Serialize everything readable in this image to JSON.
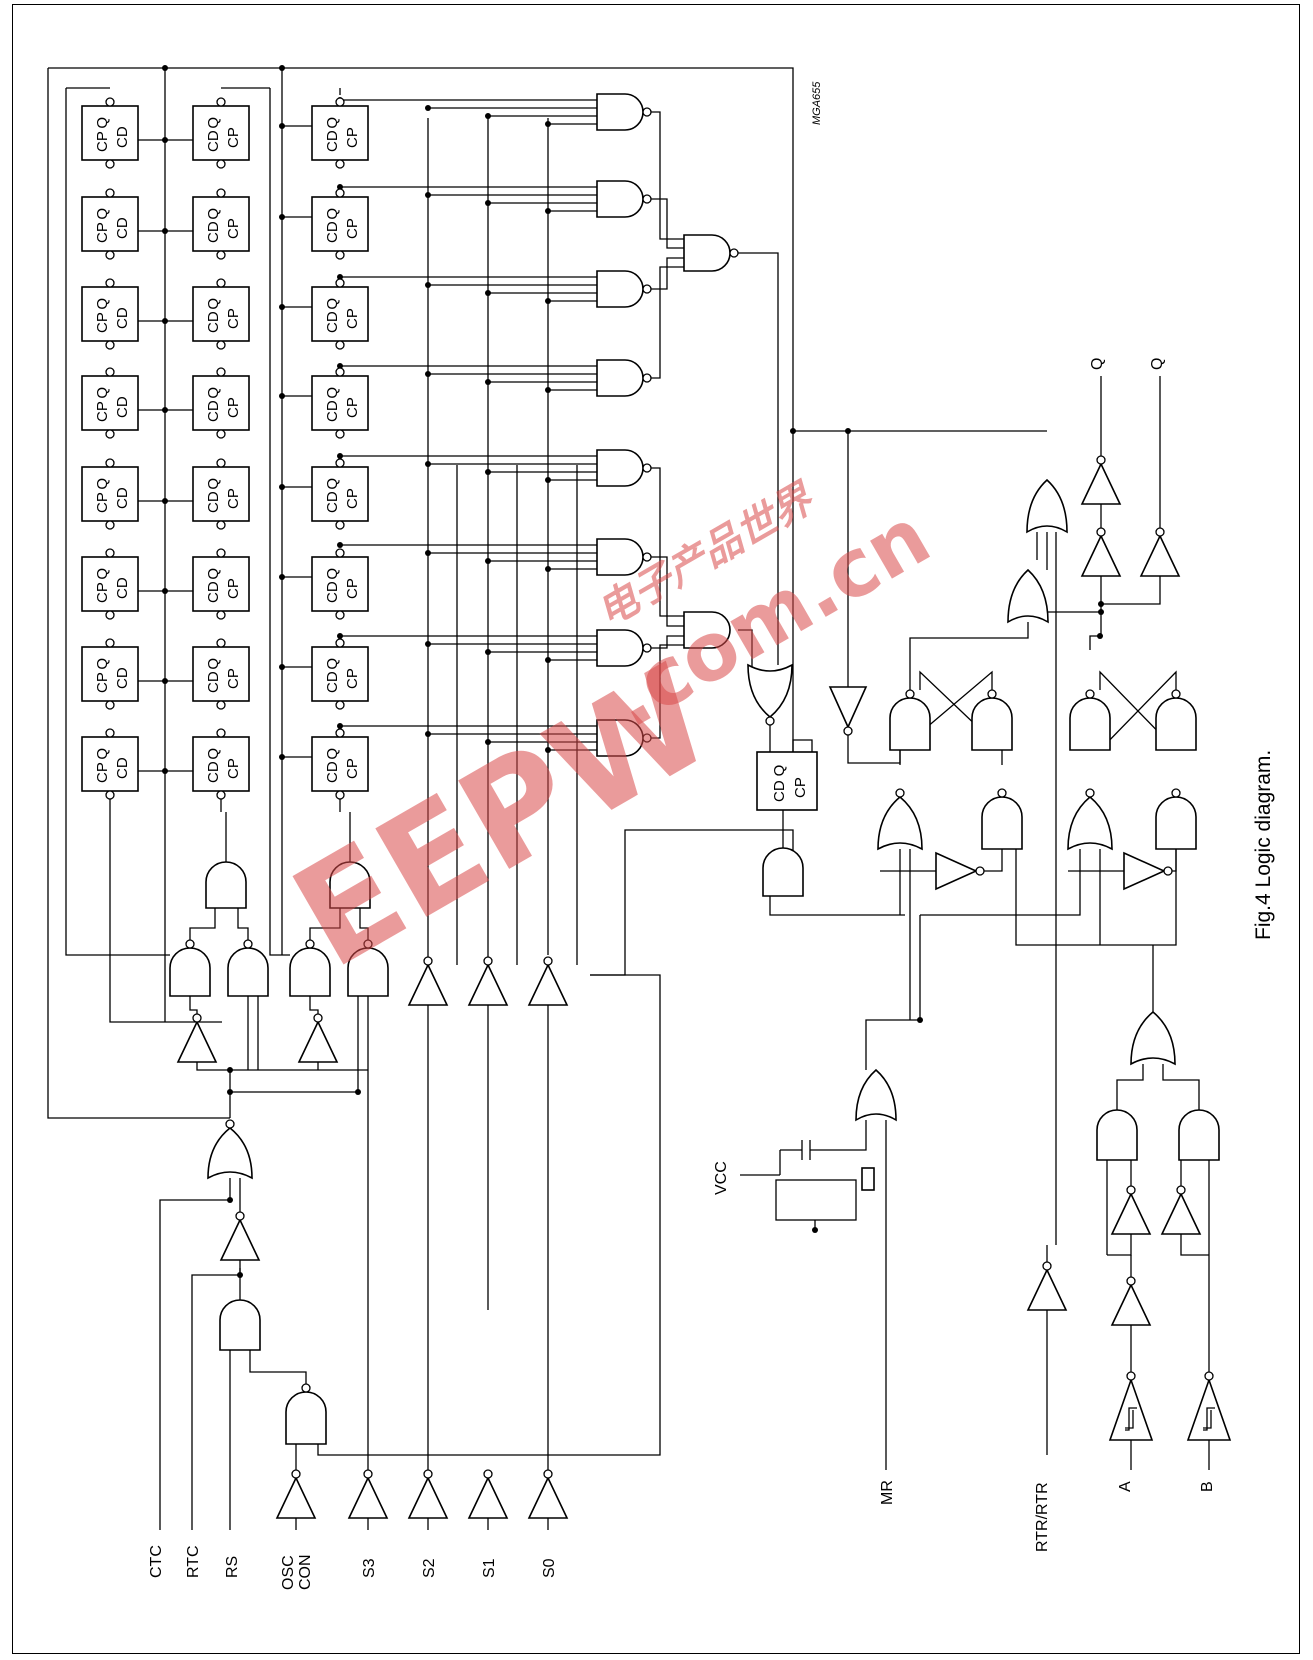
{
  "figure": {
    "caption": "Fig.4  Logic diagram.",
    "tag": "MGA655",
    "watermark": ".com.cn",
    "watermark_brand": "EEPW",
    "watermark_cjk": "电子产品世界"
  },
  "pins": {
    "ctc": "CTC",
    "rtc": "RTC",
    "rs": "RS",
    "osc": "OSC",
    "con": "CON",
    "s3": "S3",
    "s2": "S2",
    "s1": "S1",
    "s0": "S0",
    "mr": "MR",
    "rtr": "RTR/RTR",
    "a": "A",
    "b": "B",
    "q": "Q",
    "qbar": "Q",
    "vcc": "VCC"
  },
  "ff": {
    "cp": "CP",
    "q": "Q",
    "cd": "CD"
  }
}
